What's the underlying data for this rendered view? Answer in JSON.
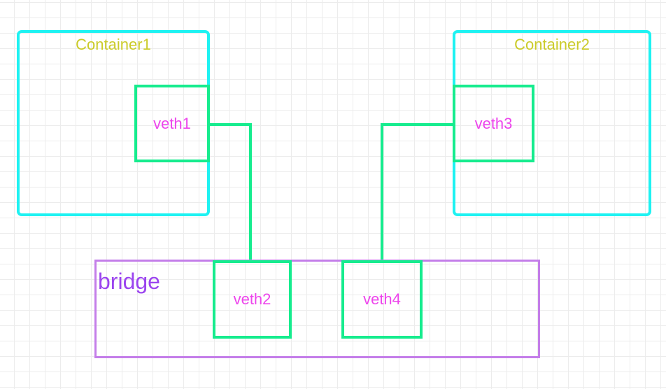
{
  "containers": [
    {
      "label": "Container1"
    },
    {
      "label": "Container2"
    }
  ],
  "bridge": {
    "label": "bridge"
  },
  "veths": [
    {
      "label": "veth1"
    },
    {
      "label": "veth2"
    },
    {
      "label": "veth3"
    },
    {
      "label": "veth4"
    }
  ],
  "links": [
    {
      "from": "veth1",
      "to": "veth2"
    },
    {
      "from": "veth3",
      "to": "veth4"
    }
  ],
  "colors": {
    "container_border": "#1ef2f2",
    "container_label": "#cbcb29",
    "veth_border": "#16ec8e",
    "veth_label": "#ed45ec",
    "bridge_border": "#c47ee9",
    "bridge_label": "#9b44ef",
    "link": "#16ec8e"
  }
}
